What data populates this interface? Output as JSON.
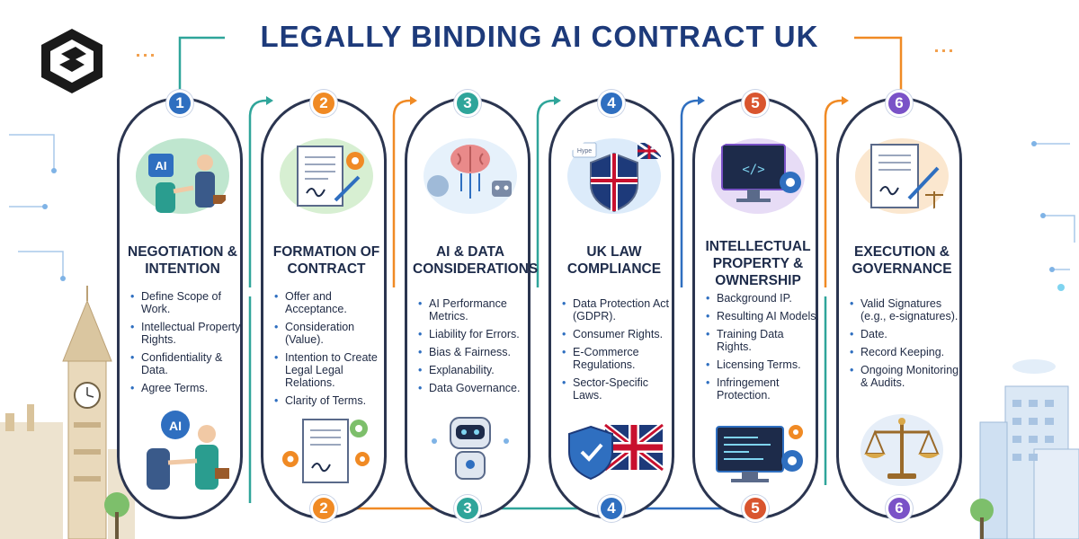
{
  "title": "LEGALLY BINDING AI CONTRACT UK",
  "icons": {
    "logo": "hexagon-logo-icon",
    "step1": "handshake-ai-icon",
    "step2": "contract-document-gear-icon",
    "step3": "ai-brain-robot-icon",
    "step4": "uk-shield-flag-icon",
    "step5": "code-monitor-gear-icon",
    "step6": "signed-document-scales-icon",
    "landmark": "big-ben-icon",
    "city": "city-buildings-icon"
  },
  "colors": {
    "step1": "#2f6fc0",
    "step2": "#f08a24",
    "step3": "#2fa59a",
    "step4": "#2f6fc0",
    "step5": "#d9552f",
    "step6": "#7a52c7"
  },
  "steps": [
    {
      "number": "1",
      "heading": "NEGOTIATION & INTENTION",
      "items": [
        "Define Scope of Work.",
        "Intellectual Property Rights.",
        "Confidentiality & Data.",
        "Agree Terms."
      ]
    },
    {
      "number": "2",
      "heading": "FORMATION OF CONTRACT",
      "items": [
        "Offer and Acceptance.",
        "Consideration (Value).",
        "Intention to Create Legal Legal Relations.",
        "Clarity of Terms."
      ]
    },
    {
      "number": "3",
      "heading": "AI & DATA CONSIDERATIONS",
      "items": [
        "AI Performance Metrics.",
        "Liability for Errors.",
        "Bias & Fairness.",
        "Explanability.",
        "Data Governance."
      ]
    },
    {
      "number": "4",
      "heading": "UK LAW COMPLIANCE",
      "items": [
        "Data Protection Act (GDPR).",
        "Consumer Rights.",
        "E-Commerce Regulations.",
        "Sector-Specific Laws."
      ]
    },
    {
      "number": "5",
      "heading": "INTELLECTUAL PROPERTY & OWNERSHIP",
      "items": [
        "Background IP.",
        "Resulting AI Models.",
        "Training Data Rights.",
        "Licensing Terms.",
        "Infringement Protection."
      ]
    },
    {
      "number": "6",
      "heading": "EXECUTION & GOVERNANCE",
      "items": [
        "Valid Signatures (e.g., e-signatures).",
        "Date.",
        "Record Keeping.",
        "Ongoing Monitoring & Audits."
      ]
    }
  ],
  "illustration_labels": {
    "ai_chip_top": "AI",
    "ai_chip_bottom": "AI",
    "screen_tab": "Hype"
  }
}
